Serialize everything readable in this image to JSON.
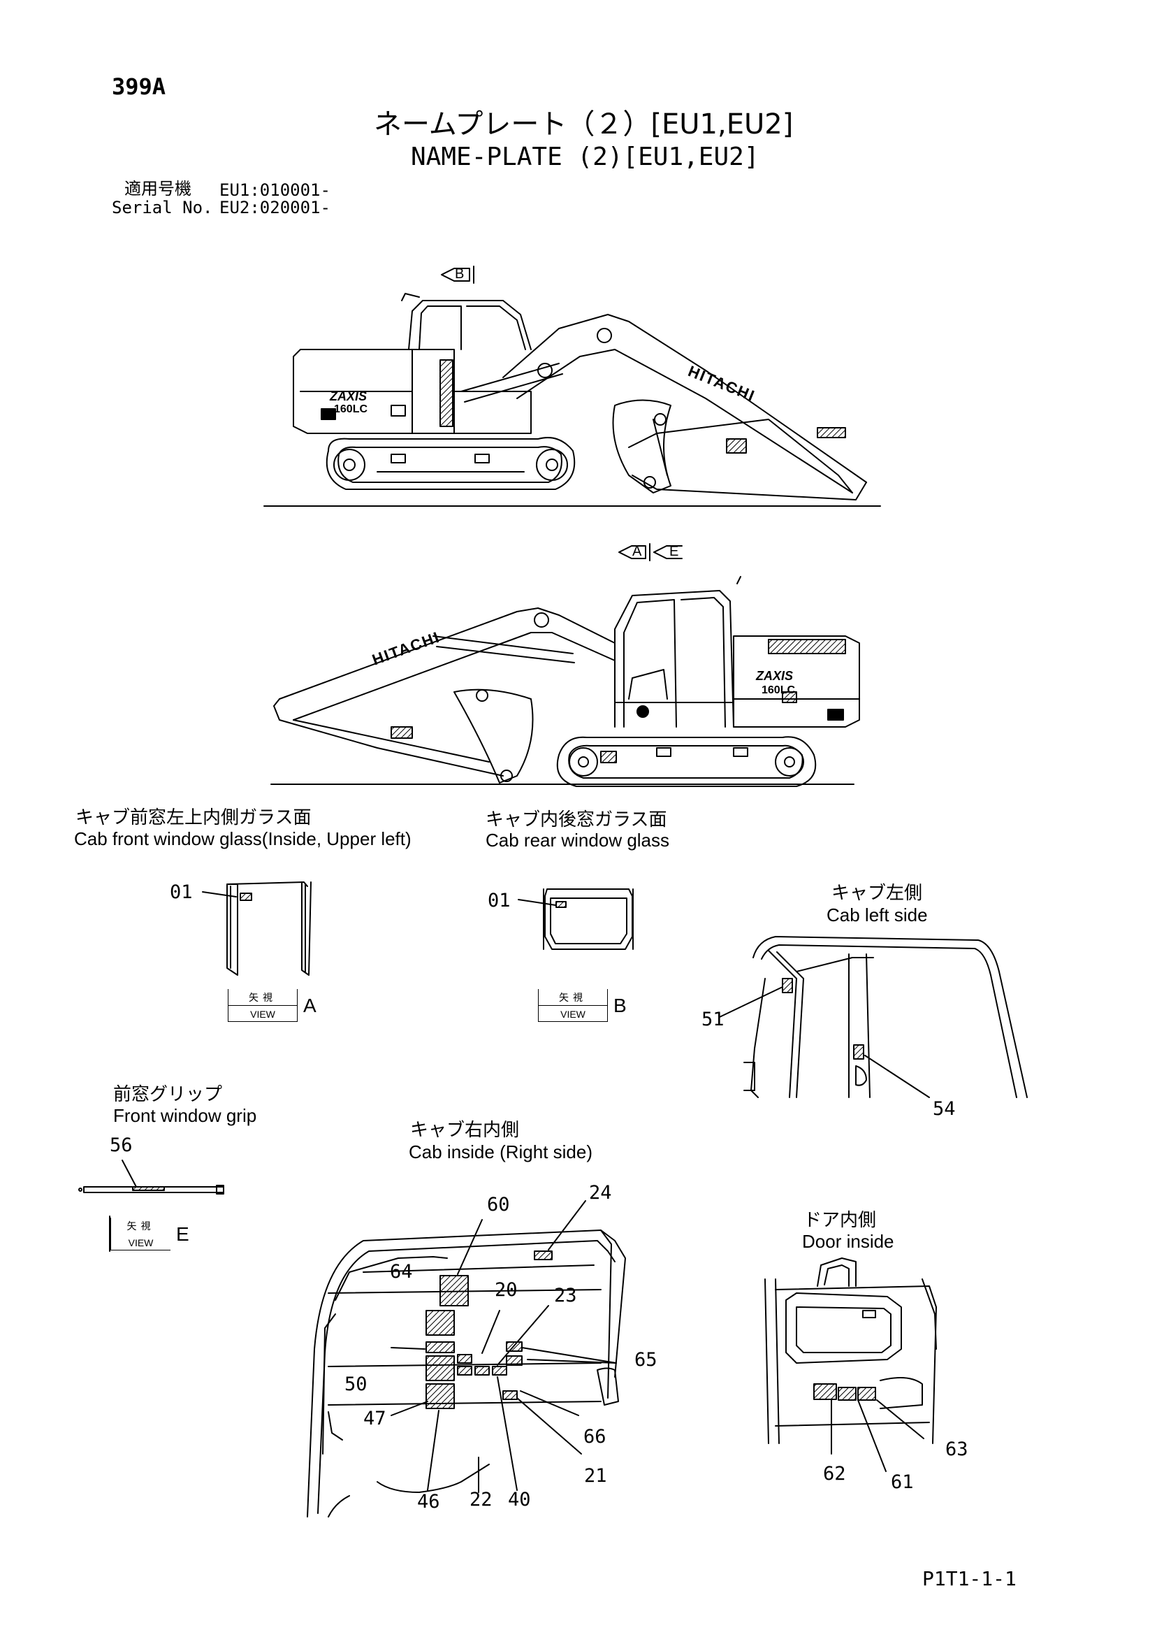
{
  "page_code": "399A",
  "title_jp": "ネームプレート（２）[EU1,EU2]",
  "title_en": "NAME-PLATE (2)[EU1,EU2]",
  "serial_label_jp": "適用号機",
  "serial_label_en": "Serial No.",
  "serial_eu1": "EU1:010001-",
  "serial_eu2": "EU2:020001-",
  "view_markers": {
    "b": "B",
    "a": "A",
    "e": "E"
  },
  "machine_text": {
    "brand": "HITACHI",
    "model_line1": "ZAXIS",
    "model_line2": "160LC"
  },
  "sections": {
    "cab_front_window": {
      "jp": "キャブ前窓左上内側ガラス面",
      "en": "Cab front window glass(Inside, Upper left)"
    },
    "cab_rear_window": {
      "jp": "キャブ内後窓ガラス面",
      "en": "Cab rear window glass"
    },
    "cab_left_side": {
      "jp": "キャブ左側",
      "en": "Cab left side"
    },
    "front_window_grip": {
      "jp": "前窓グリップ",
      "en": "Front window grip"
    },
    "cab_inside_right": {
      "jp": "キャブ右内側",
      "en": "Cab inside (Right side)"
    },
    "door_inside": {
      "jp": "ドア内側",
      "en": "Door inside"
    }
  },
  "view_boxes": {
    "a": {
      "jp": "矢視",
      "en": "VIEW",
      "letter": "A"
    },
    "b": {
      "jp": "矢視",
      "en": "VIEW",
      "letter": "B"
    },
    "e": {
      "jp": "矢視",
      "en": "VIEW",
      "letter": "E"
    }
  },
  "part_numbers": {
    "front_01": "01",
    "rear_01": "01",
    "p51": "51",
    "p54": "54",
    "p56": "56",
    "p60": "60",
    "p24": "24",
    "p64": "64",
    "p20": "20",
    "p23": "23",
    "p65": "65",
    "p50": "50",
    "p47": "47",
    "p66": "66",
    "p21": "21",
    "p46": "46",
    "p22": "22",
    "p40": "40",
    "p62": "62",
    "p61": "61",
    "p63": "63"
  },
  "footer_code": "P1T1-1-1"
}
